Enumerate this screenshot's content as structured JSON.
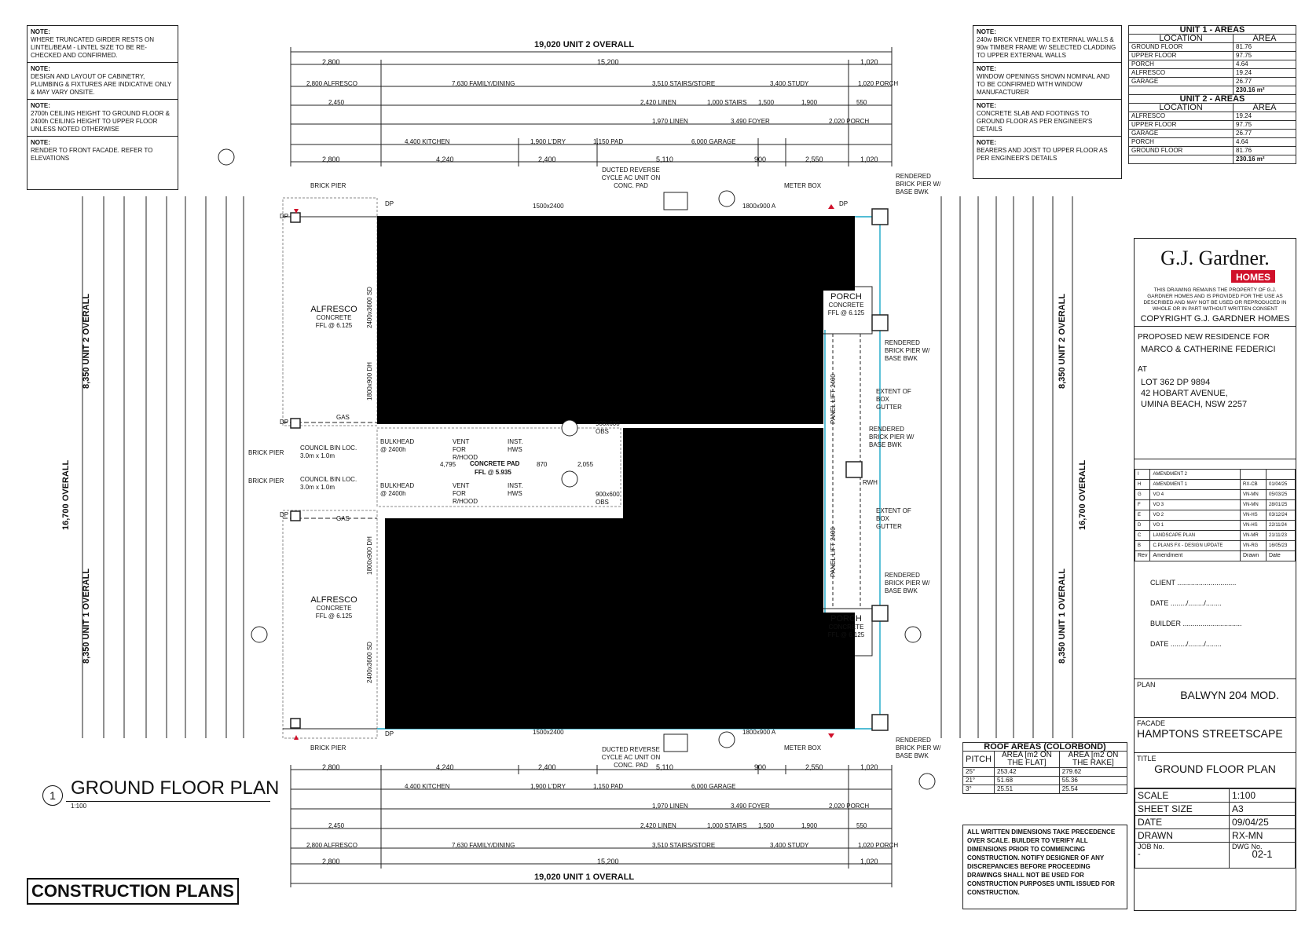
{
  "notes_left": [
    {
      "heading": "NOTE:",
      "text": "WHERE TRUNCATED GIRDER RESTS ON LINTEL/BEAM - LINTEL SIZE TO BE RE-CHECKED AND CONFIRMED."
    },
    {
      "heading": "NOTE:",
      "text": "DESIGN AND LAYOUT OF CABINETRY, PLUMBING & FIXTURES ARE INDICATIVE ONLY & MAY VARY ONSITE."
    },
    {
      "heading": "NOTE:",
      "text": "2700h CEILING HEIGHT TO GROUND FLOOR & 2400h CEILING HEIGHT TO UPPER FLOOR UNLESS NOTED OTHERWISE"
    },
    {
      "heading": "NOTE:",
      "text": "RENDER TO FRONT FACADE. REFER TO ELEVATIONS"
    }
  ],
  "notes_right": [
    {
      "heading": "NOTE:",
      "text": "240w BRICK VENEER TO EXTERNAL WALLS & 90w TIMBER FRAME W/ SELECTED CLADDING TO UPPER EXTERNAL WALLS"
    },
    {
      "heading": "NOTE:",
      "text": "WINDOW OPENINGS SHOWN NOMINAL AND TO BE CONFIRMED WITH WINDOW MANUFACTURER"
    },
    {
      "heading": "NOTE:",
      "text": "CONCRETE SLAB AND FOOTINGS TO GROUND FLOOR AS PER ENGINEER'S DETAILS"
    },
    {
      "heading": "NOTE:",
      "text": "BEARERS AND JOIST TO UPPER FLOOR AS PER ENGINEER'S DETAILS"
    }
  ],
  "unit1_areas": {
    "title": "UNIT 1 - AREAS",
    "col_location": "LOCATION",
    "col_area": "AREA",
    "rows": [
      [
        "GROUND FLOOR",
        "81.76"
      ],
      [
        "UPPER FLOOR",
        "97.75"
      ],
      [
        "PORCH",
        "4.64"
      ],
      [
        "ALFRESCO",
        "19.24"
      ],
      [
        "GARAGE",
        "26.77"
      ]
    ],
    "total": "230.16 m²"
  },
  "unit2_areas": {
    "title": "UNIT 2 - AREAS",
    "col_location": "LOCATION",
    "col_area": "AREA",
    "rows": [
      [
        "ALFRESCO",
        "19.24"
      ],
      [
        "UPPER FLOOR",
        "97.75"
      ],
      [
        "GARAGE",
        "26.77"
      ],
      [
        "PORCH",
        "4.64"
      ],
      [
        "GROUND FLOOR",
        "81.76"
      ]
    ],
    "total": "230.16 m²"
  },
  "brand": {
    "name": "G.J. Gardner.",
    "sub": "HOMES",
    "disclaimer": "THIS DRAWING REMAINS THE PROPERTY OF G.J. GARDNER HOMES AND IS PROVIDED FOR THE USE AS DESCRIBED AND MAY NOT BE USED OR REPRODUCED IN WHOLE OR IN PART WITHOUT WRITTEN CONSENT",
    "copyright": "COPYRIGHT G.J. GARDNER HOMES",
    "accent": "#d0102a"
  },
  "project": {
    "label": "PROPOSED NEW RESIDENCE FOR",
    "client": "MARCO & CATHERINE FEDERICI",
    "at": "AT",
    "addr1": "LOT 362 DP 9894",
    "addr2": "42 HOBART AVENUE,",
    "addr3": "UMINA BEACH, NSW 2257"
  },
  "revisions": [
    [
      "I",
      "AMENDMENT 2",
      "",
      ""
    ],
    [
      "H",
      "AMENDMENT 1",
      "RX-CB",
      "01/04/25"
    ],
    [
      "G",
      "VO 4",
      "VN-MN",
      "05/03/25"
    ],
    [
      "F",
      "VO 3",
      "VN-MN",
      "28/01/25"
    ],
    [
      "E",
      "VO 2",
      "VN-HS",
      "03/12/24"
    ],
    [
      "D",
      "VO 1",
      "VN-HS",
      "22/11/24"
    ],
    [
      "C",
      "LANDSCAPE PLAN",
      "VN-MR",
      "21/11/23"
    ],
    [
      "B",
      "C.PLANS FX - DESIGN UPDATE",
      "VN-RG",
      "16/05/23"
    ]
  ],
  "rev_header": {
    "rev": "Rev",
    "amend": "Amendment",
    "drawn": "Drawn",
    "date": "Date"
  },
  "signoff": {
    "client": "CLIENT ..............................",
    "date1": "DATE ......../......../........",
    "builder": "BUILDER ..............................",
    "date2": "DATE ......../......../........"
  },
  "plan": {
    "label": "PLAN",
    "value": "BALWYN 204 MOD."
  },
  "facade": {
    "label": "FACADE",
    "value": "HAMPTONS STREETSCAPE"
  },
  "title": {
    "label": "TITLE",
    "value": "GROUND FLOOR PLAN"
  },
  "specs": [
    [
      "SCALE",
      "1:100"
    ],
    [
      "SHEET SIZE",
      "A3"
    ],
    [
      "DATE",
      "09/04/25"
    ],
    [
      "DRAWN",
      "RX-MN"
    ]
  ],
  "job": {
    "job_label": "JOB No.",
    "job_value": "-",
    "dwg_label": "DWG No.",
    "dwg_value": "02-1"
  },
  "roof_areas": {
    "title": "ROOF AREAS (COLORBOND)",
    "col_pitch": "PITCH",
    "col_flat": "AREA [m2 ON THE FLAT]",
    "col_rake": "AREA [m2 ON THE RAKE]",
    "rows": [
      [
        "25°",
        "253.42",
        "279.62"
      ],
      [
        "21°",
        "51.68",
        "55.36"
      ],
      [
        "3°",
        "25.51",
        "25.54"
      ]
    ]
  },
  "disclaimer_bottom": "ALL WRITTEN DIMENSIONS TAKE PRECEDENCE OVER SCALE. BUILDER TO VERIFY ALL DIMENSIONS PRIOR TO COMMENCING CONSTRUCTION. NOTIFY DESIGNER OF ANY DISCREPANCIES BEFORE PROCEEDING DRAWINGS SHALL NOT BE USED FOR CONSTRUCTION PURPOSES UNTIL ISSUED FOR CONSTRUCTION.",
  "drawing_title": {
    "num": "1",
    "text": "GROUND FLOOR PLAN",
    "scale": "1:100"
  },
  "construction_plans": "CONSTRUCTION PLANS",
  "dims": {
    "top_overall": "19,020 UNIT 2 OVERALL",
    "bottom_overall": "19,020 UNIT 1 OVERALL",
    "left_overall": "16,700 OVERALL",
    "right_overall": "16,700 OVERALL",
    "left_u2": "8,350 UNIT 2 OVERALL",
    "left_u1": "8,350 UNIT 1 OVERALL",
    "right_u2": "8,350 UNIT 2 OVERALL",
    "right_u1": "8,350 UNIT 1 OVERALL",
    "top_row1": [
      "2,800",
      "15,200",
      "1,020"
    ],
    "top_row2": [
      "2,800 ALFRESCO",
      "7,630 FAMILY/DINING",
      "3,510 STAIRS/STORE",
      "3,400 STUDY",
      "1,020 PORCH"
    ],
    "top_row3": [
      "2,450",
      "2,420 LINEN",
      "1,000 STAIRS",
      "1,500",
      "1,900",
      "550"
    ],
    "top_row4": [
      "1,970 LINEN",
      "3,490 FOYER",
      "2,020 PORCH"
    ],
    "top_row5": [
      "4,400 KITCHEN",
      "1,900 L'DRY",
      "1,150 PAD",
      "6,000 GARAGE"
    ],
    "top_row6": [
      "2,800",
      "4,240",
      "2,400",
      "5,110",
      "900",
      "2,550",
      "1,020"
    ],
    "bottom_row1": [
      "2,800",
      "4,240",
      "2,400",
      "5,110",
      "900",
      "2,550",
      "1,020"
    ],
    "bottom_row2": [
      "4,400 KITCHEN",
      "1,900 L'DRY",
      "1,150 PAD",
      "6,000 GARAGE"
    ],
    "bottom_row3": [
      "1,970 LINEN",
      "3,490 FOYER",
      "2,020 PORCH"
    ],
    "bottom_row4": [
      "2,450",
      "2,420 LINEN",
      "1,000 STAIRS",
      "1,500",
      "1,900",
      "550"
    ],
    "bottom_row5": [
      "2,800 ALFRESCO",
      "7,630 FAMILY/DINING",
      "3,510 STAIRS/STORE",
      "3,400 STUDY",
      "1,020 PORCH"
    ],
    "bottom_row6": [
      "2,800",
      "15,200",
      "1,020"
    ]
  },
  "labels": {
    "alfresco": "ALFRESCO",
    "concrete": "CONCRETE",
    "ffl": "FFL @ 6.125",
    "porch": "PORCH",
    "brick_pier": "BRICK PIER",
    "meter_box": "METER BOX",
    "rendered_pier": "RENDERED BRICK PIER W/ BASE BWK",
    "ducted": "DUCTED REVERSE CYCLE AC UNIT ON CONC. PAD",
    "council_bin": "COUNCIL BIN LOC. 3.0m x 1.0m",
    "bulkhead": "BULKHEAD @ 2400h",
    "vent": "VENT FOR R/HOOD",
    "hws": "INST. HWS",
    "concrete_pad": "CONCRETE PAD",
    "ffl_pad": "FFL @ 5.935",
    "box_gutter": "EXTENT OF BOX GUTTER",
    "panel_lift": "PANEL LIFT 2400",
    "rwh": "RWH",
    "gas": "GAS",
    "dp": "DP",
    "obs": "900x600 OBS",
    "w1500": "1500x2400",
    "w1800": "1800x900 A",
    "sd": "2400x3600 SD",
    "dh": "1800x900 DH",
    "pad_dims": [
      "4,795",
      "870",
      "2,055"
    ]
  }
}
